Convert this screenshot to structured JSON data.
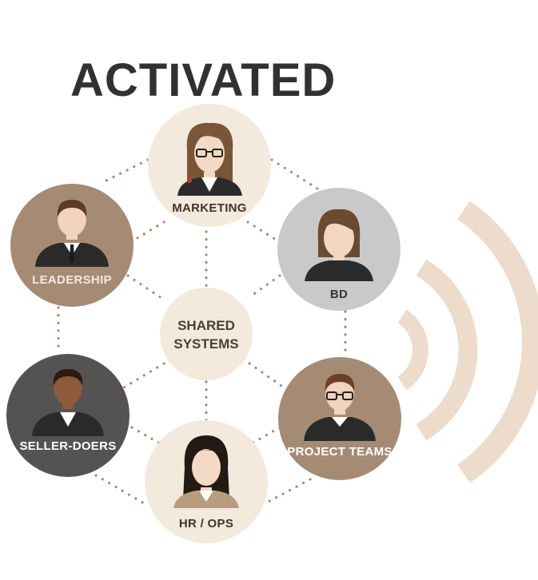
{
  "title": "ACTIVATED",
  "center": {
    "line1": "SHARED",
    "line2": "SYSTEMS"
  },
  "nodes": [
    {
      "id": "marketing",
      "label": "MARKETING"
    },
    {
      "id": "bd",
      "label": "BD"
    },
    {
      "id": "leadership",
      "label": "LEADERSHIP"
    },
    {
      "id": "seller-doers",
      "label": "SELLER-DOERS"
    },
    {
      "id": "project-teams",
      "label": "PROJECT TEAMS"
    },
    {
      "id": "hr-ops",
      "label": "HR / OPS"
    }
  ],
  "colors": {
    "title": "#33312f",
    "cream": "#f3e9dc",
    "tan": "#a58b74",
    "grey": "#c9c9c9",
    "charcoal": "#555351",
    "dots": "#a88d77",
    "signal": "#eddccb"
  }
}
